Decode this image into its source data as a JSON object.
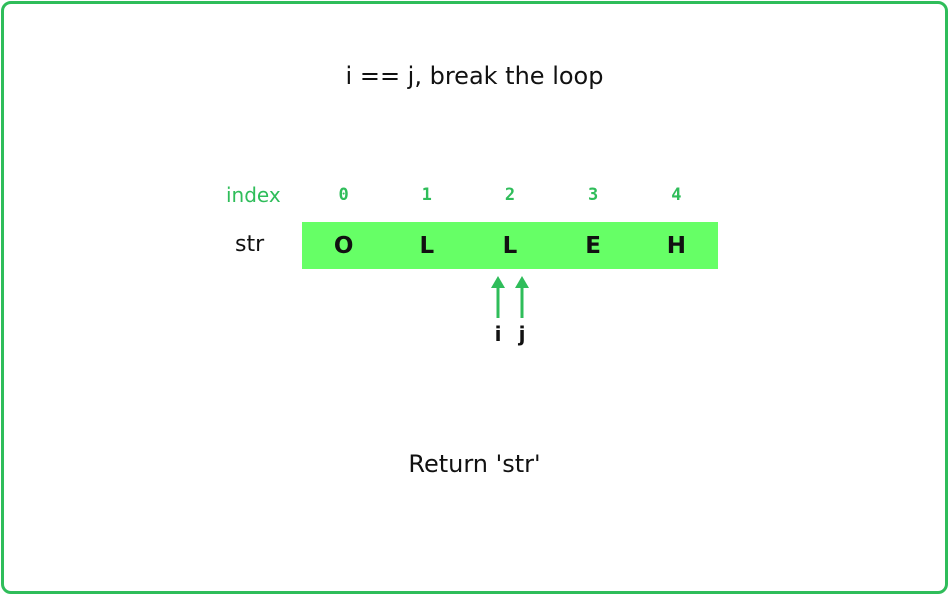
{
  "heading": "i == j, break the loop",
  "index_label": "index",
  "str_label": "str",
  "indices": [
    "0",
    "1",
    "2",
    "3",
    "4"
  ],
  "chars": [
    "O",
    "L",
    "L",
    "E",
    "H"
  ],
  "pointers": [
    {
      "label": "i",
      "index": 2
    },
    {
      "label": "j",
      "index": 2
    }
  ],
  "footer": "Return 'str'",
  "colors": {
    "accent_green": "#2fbd5a",
    "cell_fill": "#66ff66",
    "text": "#111111"
  }
}
